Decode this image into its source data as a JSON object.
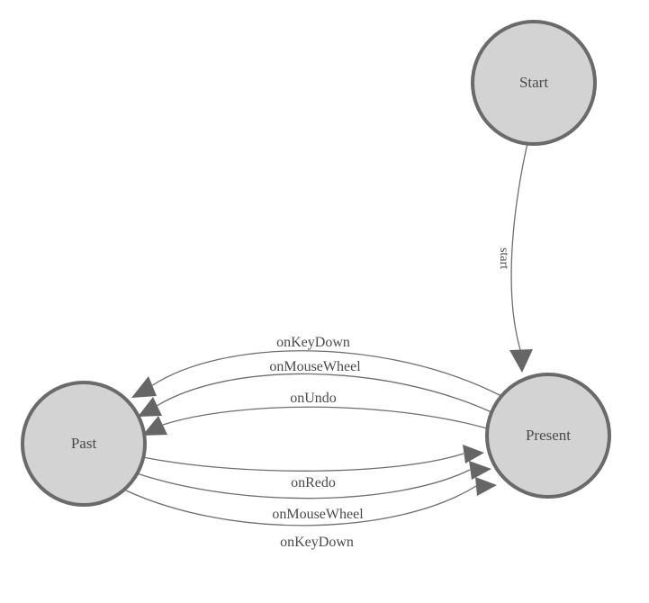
{
  "diagram": {
    "type": "state-machine",
    "background": "#ffffff",
    "colors": {
      "node_fill": "#d3d3d3",
      "node_stroke": "#6a6a6a",
      "edge_line": "#6e6e6e",
      "arrowhead": "#666666",
      "label_text": "#4a4a4a"
    },
    "nodes": [
      {
        "id": "start",
        "label": "Start"
      },
      {
        "id": "present",
        "label": "Present"
      },
      {
        "id": "past",
        "label": "Past"
      }
    ],
    "edges": [
      {
        "from": "Start",
        "to": "Present",
        "label": "start"
      },
      {
        "from": "Present",
        "to": "Past",
        "label": "onKeyDown"
      },
      {
        "from": "Present",
        "to": "Past",
        "label": "onMouseWheel"
      },
      {
        "from": "Present",
        "to": "Past",
        "label": "onUndo"
      },
      {
        "from": "Past",
        "to": "Present",
        "label": "onRedo"
      },
      {
        "from": "Past",
        "to": "Present",
        "label": "onMouseWheel"
      },
      {
        "from": "Past",
        "to": "Present",
        "label": "onKeyDown"
      }
    ]
  }
}
